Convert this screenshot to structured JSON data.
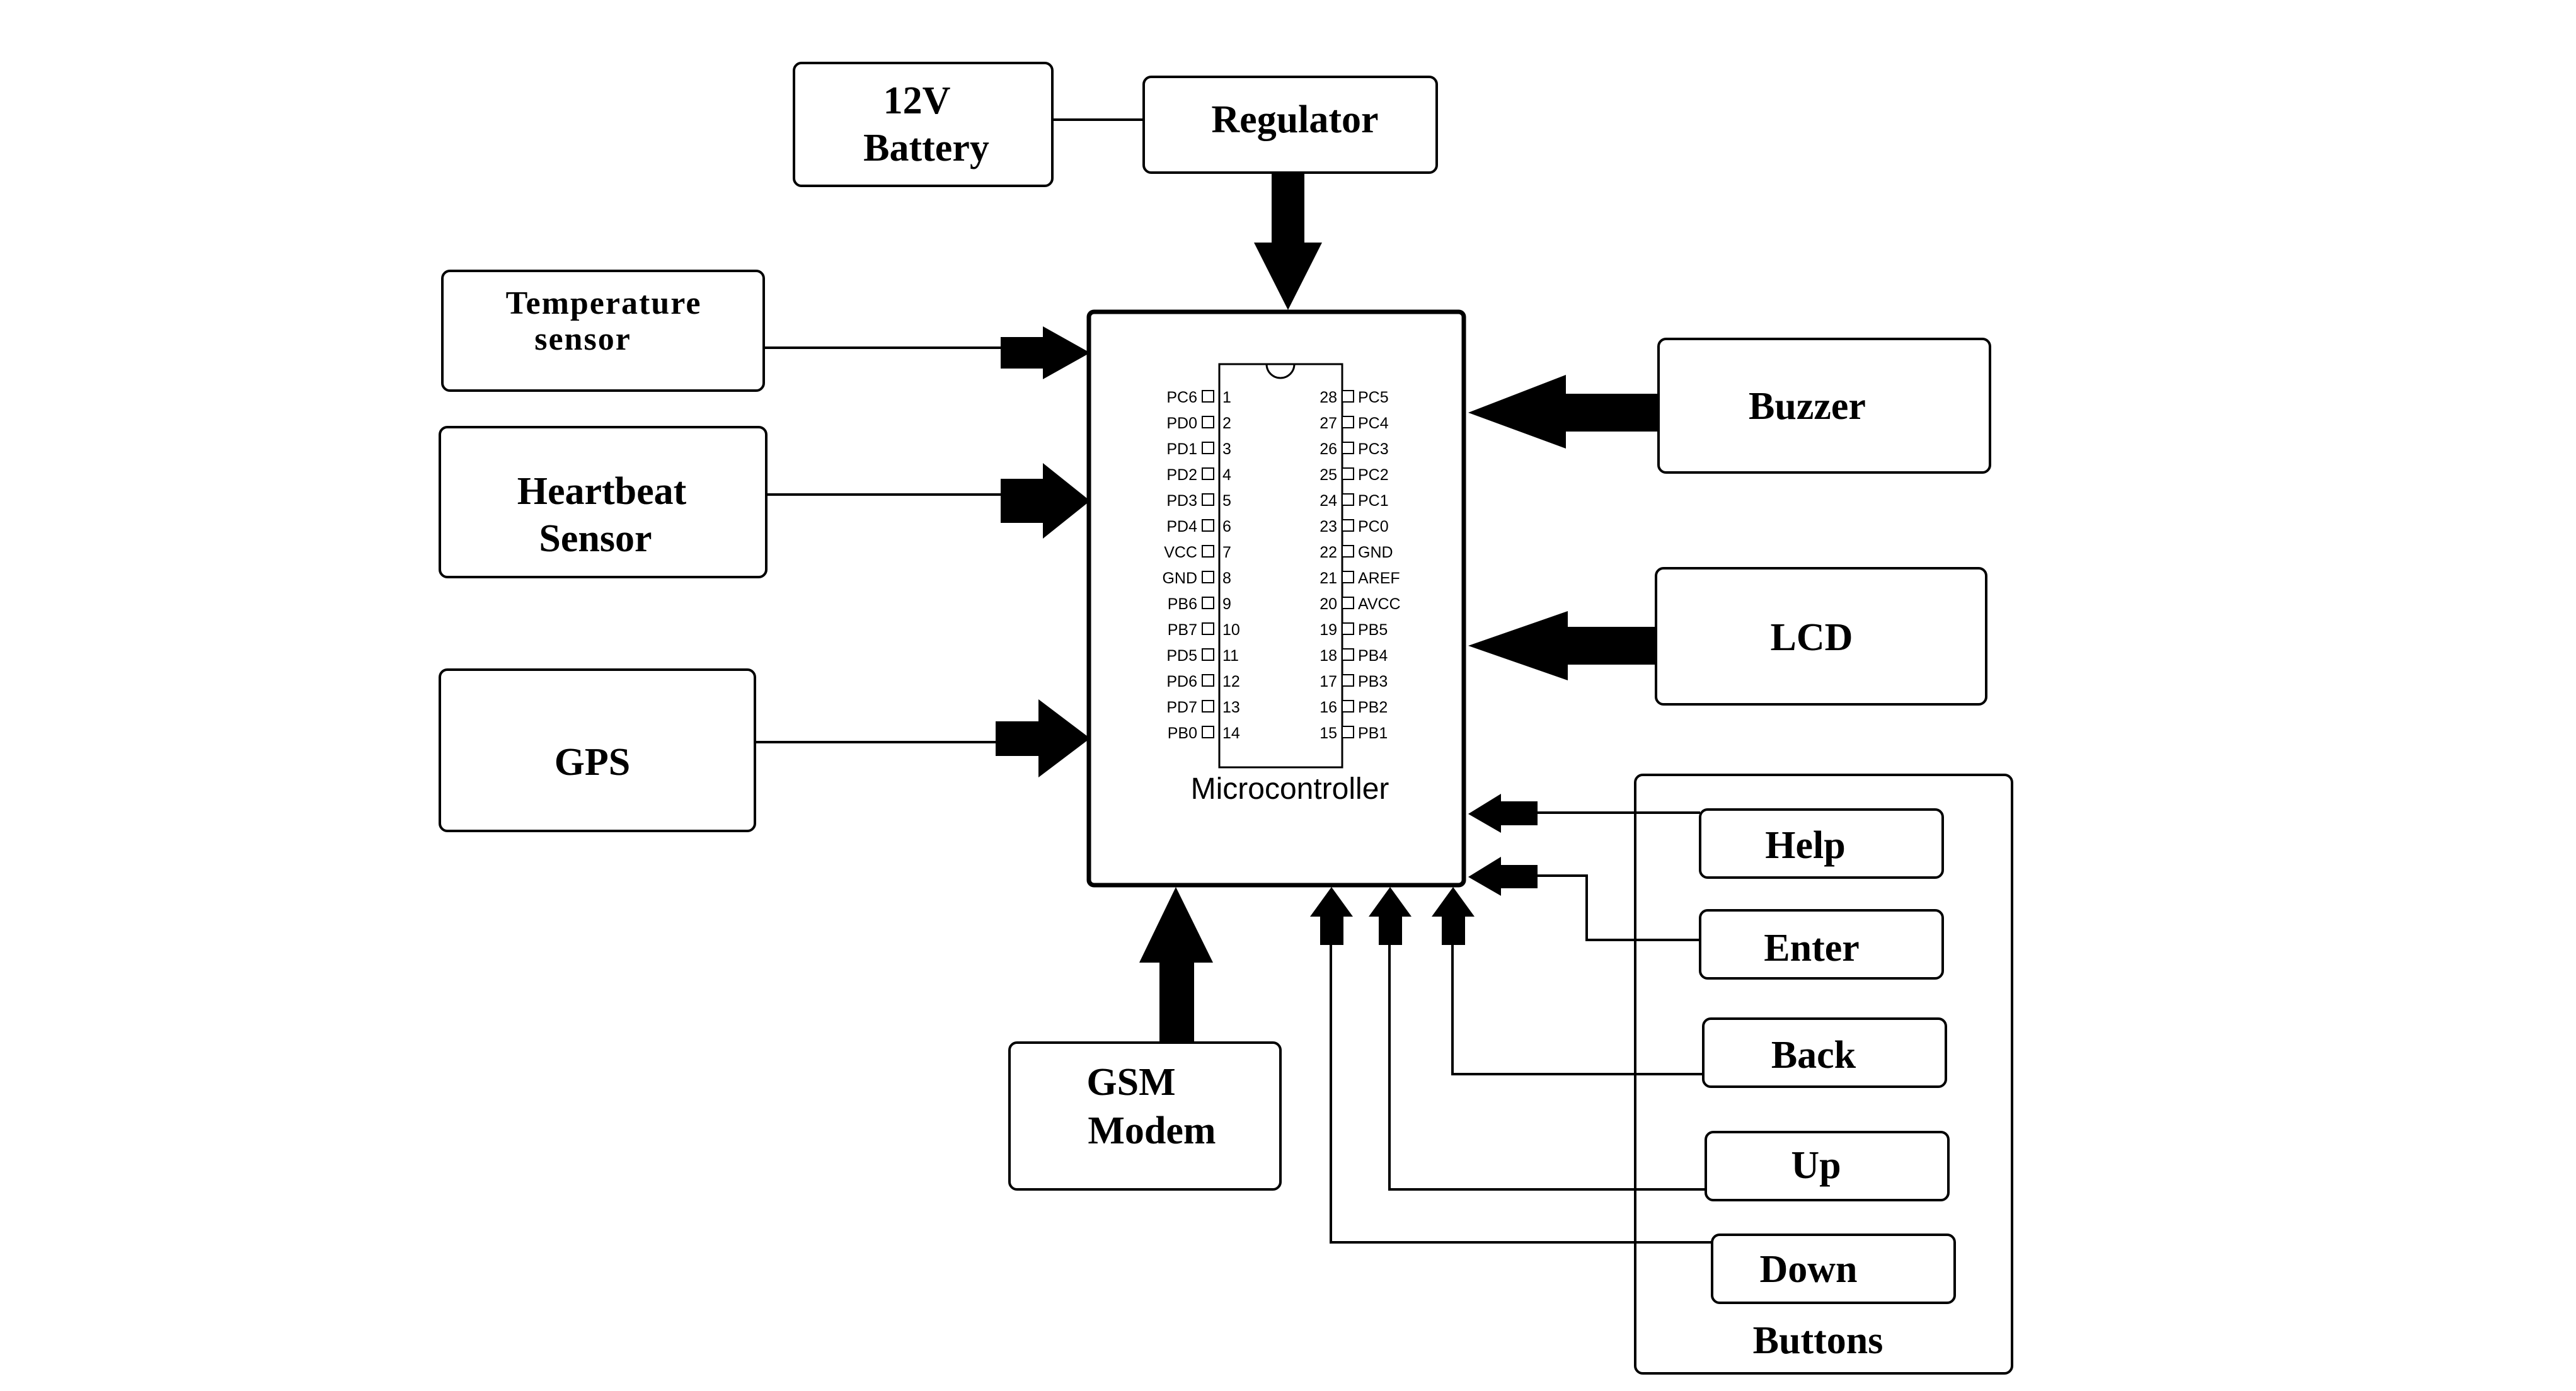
{
  "blocks": {
    "battery": [
      "12V",
      "Battery"
    ],
    "regulator": "Regulator",
    "temperature": [
      "Temperature",
      "sensor"
    ],
    "heartbeat": [
      "Heartbeat",
      "Sensor"
    ],
    "gps": "GPS",
    "buzzer": "Buzzer",
    "lcd": "LCD",
    "gsm": [
      "GSM",
      "Modem"
    ],
    "microcontroller": "Microcontroller",
    "buttons_group": "Buttons",
    "buttons": [
      "Help",
      "Enter",
      "Back",
      "Up",
      "Down"
    ]
  },
  "chip_pins": {
    "left": [
      {
        "name": "PC6",
        "num": "1"
      },
      {
        "name": "PD0",
        "num": "2"
      },
      {
        "name": "PD1",
        "num": "3"
      },
      {
        "name": "PD2",
        "num": "4"
      },
      {
        "name": "PD3",
        "num": "5"
      },
      {
        "name": "PD4",
        "num": "6"
      },
      {
        "name": "VCC",
        "num": "7"
      },
      {
        "name": "GND",
        "num": "8"
      },
      {
        "name": "PB6",
        "num": "9"
      },
      {
        "name": "PB7",
        "num": "10"
      },
      {
        "name": "PD5",
        "num": "11"
      },
      {
        "name": "PD6",
        "num": "12"
      },
      {
        "name": "PD7",
        "num": "13"
      },
      {
        "name": "PB0",
        "num": "14"
      }
    ],
    "right": [
      {
        "name": "PC5",
        "num": "28"
      },
      {
        "name": "PC4",
        "num": "27"
      },
      {
        "name": "PC3",
        "num": "26"
      },
      {
        "name": "PC2",
        "num": "25"
      },
      {
        "name": "PC1",
        "num": "24"
      },
      {
        "name": "PC0",
        "num": "23"
      },
      {
        "name": "GND",
        "num": "22"
      },
      {
        "name": "AREF",
        "num": "21"
      },
      {
        "name": "AVCC",
        "num": "20"
      },
      {
        "name": "PB5",
        "num": "19"
      },
      {
        "name": "PB4",
        "num": "18"
      },
      {
        "name": "PB3",
        "num": "17"
      },
      {
        "name": "PB2",
        "num": "16"
      },
      {
        "name": "PB1",
        "num": "15"
      }
    ]
  }
}
